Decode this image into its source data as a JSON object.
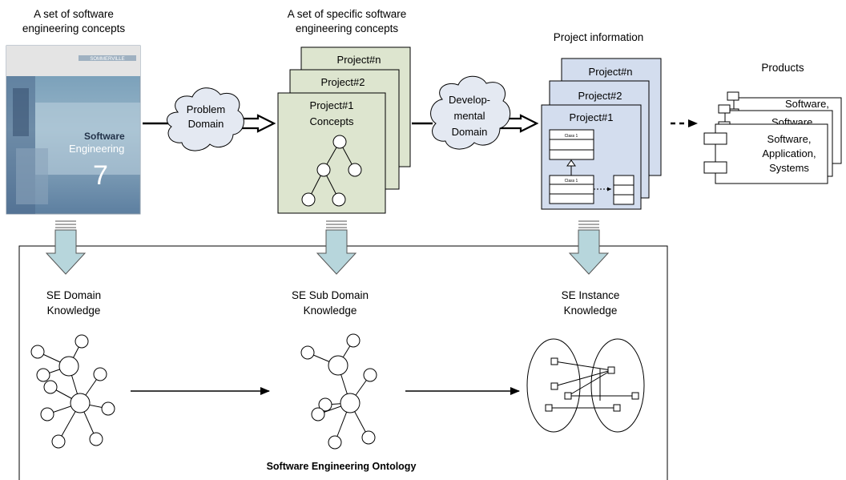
{
  "top": {
    "book_caption": [
      "A set of software",
      "engineering concepts"
    ],
    "specific_caption": [
      "A set of specific software",
      "engineering concepts"
    ],
    "project_info_caption": "Project information",
    "products_caption": "Products"
  },
  "book": {
    "publisher": "SOMMERVILLE",
    "title_line1": "Software",
    "title_line2": "Engineering",
    "edition": "7"
  },
  "clouds": {
    "problem_domain": [
      "Problem",
      "Domain"
    ],
    "developmental_domain": [
      "Develop-",
      "mental",
      "Domain"
    ]
  },
  "concept_stack": {
    "back": "Project#n",
    "middle": "Project#2",
    "front": [
      "Project#1",
      "Concepts"
    ]
  },
  "project_stack": {
    "back": "Project#n",
    "middle": "Project#2",
    "front": "Project#1",
    "class_label": "Class 1"
  },
  "products": {
    "back": "Software,",
    "middle": "Software,",
    "front": [
      "Software,",
      "Application,",
      "Systems"
    ]
  },
  "ontology": {
    "title": "Software Engineering Ontology",
    "domain_knowledge": [
      "SE Domain",
      "Knowledge"
    ],
    "subdomain_knowledge": [
      "SE Sub Domain",
      "Knowledge"
    ],
    "instance_knowledge": [
      "SE Instance",
      "Knowledge"
    ]
  },
  "colors": {
    "concept_fill": "#dde5cf",
    "project_fill": "#d3ddee",
    "cloud_fill": "#e4e9f2",
    "down_arrow_fill": "#b7d6dc"
  }
}
